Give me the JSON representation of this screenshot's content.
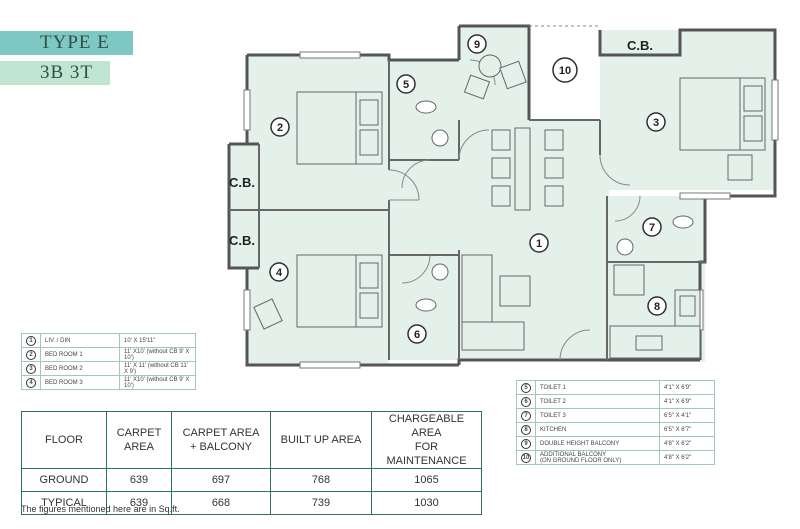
{
  "header": {
    "type_label": "TYPE E",
    "config_label": "3B 3T"
  },
  "plan": {
    "cb_labels": [
      "C.B.",
      "C.B.",
      "C.B."
    ],
    "room_numbers": [
      "1",
      "2",
      "3",
      "4",
      "5",
      "6",
      "7",
      "8",
      "9",
      "10"
    ],
    "colors": {
      "room_fill": "#e4f0ea",
      "wall": "#555555",
      "line": "#6a6a6a",
      "accent": "#7fc7c2"
    }
  },
  "rooms_left": [
    {
      "num": "1",
      "name": "LIV. / DIN",
      "size": "10' X 15'11\""
    },
    {
      "num": "2",
      "name": "BED ROOM 1",
      "size": "11' X10' (without CB 9' X 10')"
    },
    {
      "num": "3",
      "name": "BED ROOM 2",
      "size": "11' X 11' (without CB 11' X 9')"
    },
    {
      "num": "4",
      "name": "BED ROOM 3",
      "size": "11' X10' (without CB 9' X 10')"
    }
  ],
  "rooms_right": [
    {
      "num": "5",
      "name": "TOILET 1",
      "size": "4'1\" X 6'9\""
    },
    {
      "num": "6",
      "name": "TOILET 2",
      "size": "4'1\" X 6'9\""
    },
    {
      "num": "7",
      "name": "TOILET 3",
      "size": "6'5\" X 4'1\""
    },
    {
      "num": "8",
      "name": "KITCHEN",
      "size": "6'5\" X 6'7\""
    },
    {
      "num": "9",
      "name": "DOUBLE HEIGHT BALCONY",
      "size": "4'8\" X 6'2\""
    },
    {
      "num": "10",
      "name": "ADDITIONAL BALCONY",
      "name2": "(ON GROUND FLOOR ONLY)",
      "size": "4'8\" X 6'2\""
    }
  ],
  "area_table": {
    "headers": [
      "FLOOR",
      "CARPET\nAREA",
      "CARPET AREA\n+ BALCONY",
      "BUILT UP AREA",
      "CHARGEABLE AREA\nFOR MAINTENANCE"
    ],
    "rows": [
      [
        "GROUND",
        "639",
        "697",
        "768",
        "1065"
      ],
      [
        "TYPICAL",
        "639",
        "668",
        "739",
        "1030"
      ]
    ]
  },
  "note": "The figures mentioned here are in Sq.ft."
}
